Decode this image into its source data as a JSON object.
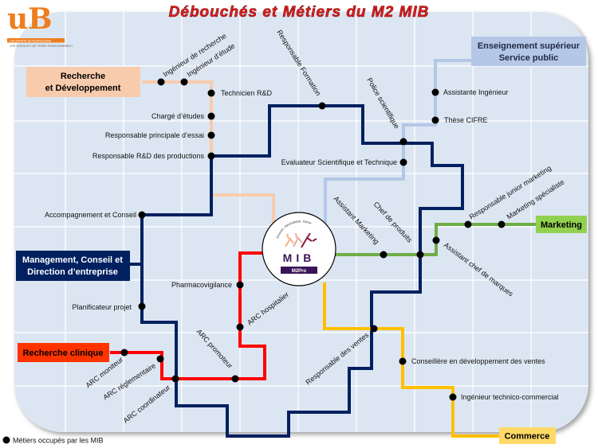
{
  "title": "Débouchés et Métiers du M2 MIB",
  "logos": {
    "university": {
      "mark": "uB",
      "name": "UNIVERSITÉ DE BOURGOGNE",
      "faculty": "UFR SCIENCES VIE TERRE ENVIRONNEMENT"
    },
    "program": {
      "arc_text": "Innover, Développer, Gérer",
      "name": "MIB",
      "badge": "M2Pro"
    }
  },
  "colors": {
    "rd": "#f8cbad",
    "management": "#002060",
    "teaching": "#b4c7e7",
    "marketing": "#70ad47",
    "commerce": "#ffc000",
    "clinical": "#ff0000",
    "clinical_box": "#ff3300",
    "background": "#dce6f2"
  },
  "sectors": {
    "rd": {
      "line1": "Recherche",
      "line2": "et Développement"
    },
    "management": {
      "line1": "Management, Conseil et",
      "line2": "Direction d’entreprise"
    },
    "teaching": {
      "line1": "Enseignement supérieur",
      "line2": "Service public"
    },
    "marketing": "Marketing",
    "commerce": "Commerce",
    "clinical": "Recherche clinique"
  },
  "jobs": {
    "ing_recherche": "Ingénieur de recherche",
    "ing_etude": "Ingénieur d’étude",
    "technicien_rd": "Technicien R&D",
    "charge_etudes": "Chargé d’études",
    "resp_essai": "Responsable principale d’essai",
    "resp_rd_prod": "Responsable R&D des productions",
    "resp_formation": "Responsable Formation",
    "police": "Police scientifique",
    "assistante_ing": "Assistante Ingénieur",
    "these_cifre": "Thèse CIFRE",
    "evaluateur": "Evaluateur Scientifique et Technique",
    "accompagnement": "Accompagnement et Conseil",
    "planificateur": "Planificateur projet",
    "assistant_marketing": "Assistant Marketing",
    "chef_produits": "Chef de produits",
    "resp_junior_marketing": "Responsable junior marketing",
    "marketing_specialiste": "Marketing spécialiste",
    "assistant_chef_marques": "Assistant chef de marques",
    "pharmacovigilance": "Pharmacovigilance",
    "arc_hospitalier": "ARC hospitalier",
    "arc_promoteur": "ARC promoteur",
    "arc_moniteur": "ARC moniteur",
    "arc_reglementaire": "ARC réglementaire",
    "arc_coordinateur": "ARC coordinateur",
    "resp_ventes": "Responsable des ventes",
    "conseillere_ventes": "Conseillère en développement des ventes",
    "ing_technico": "Ingénieur technico-commercial"
  },
  "legend": {
    "icon": "black-dot",
    "label": "Métiers occupés par les MIB"
  }
}
